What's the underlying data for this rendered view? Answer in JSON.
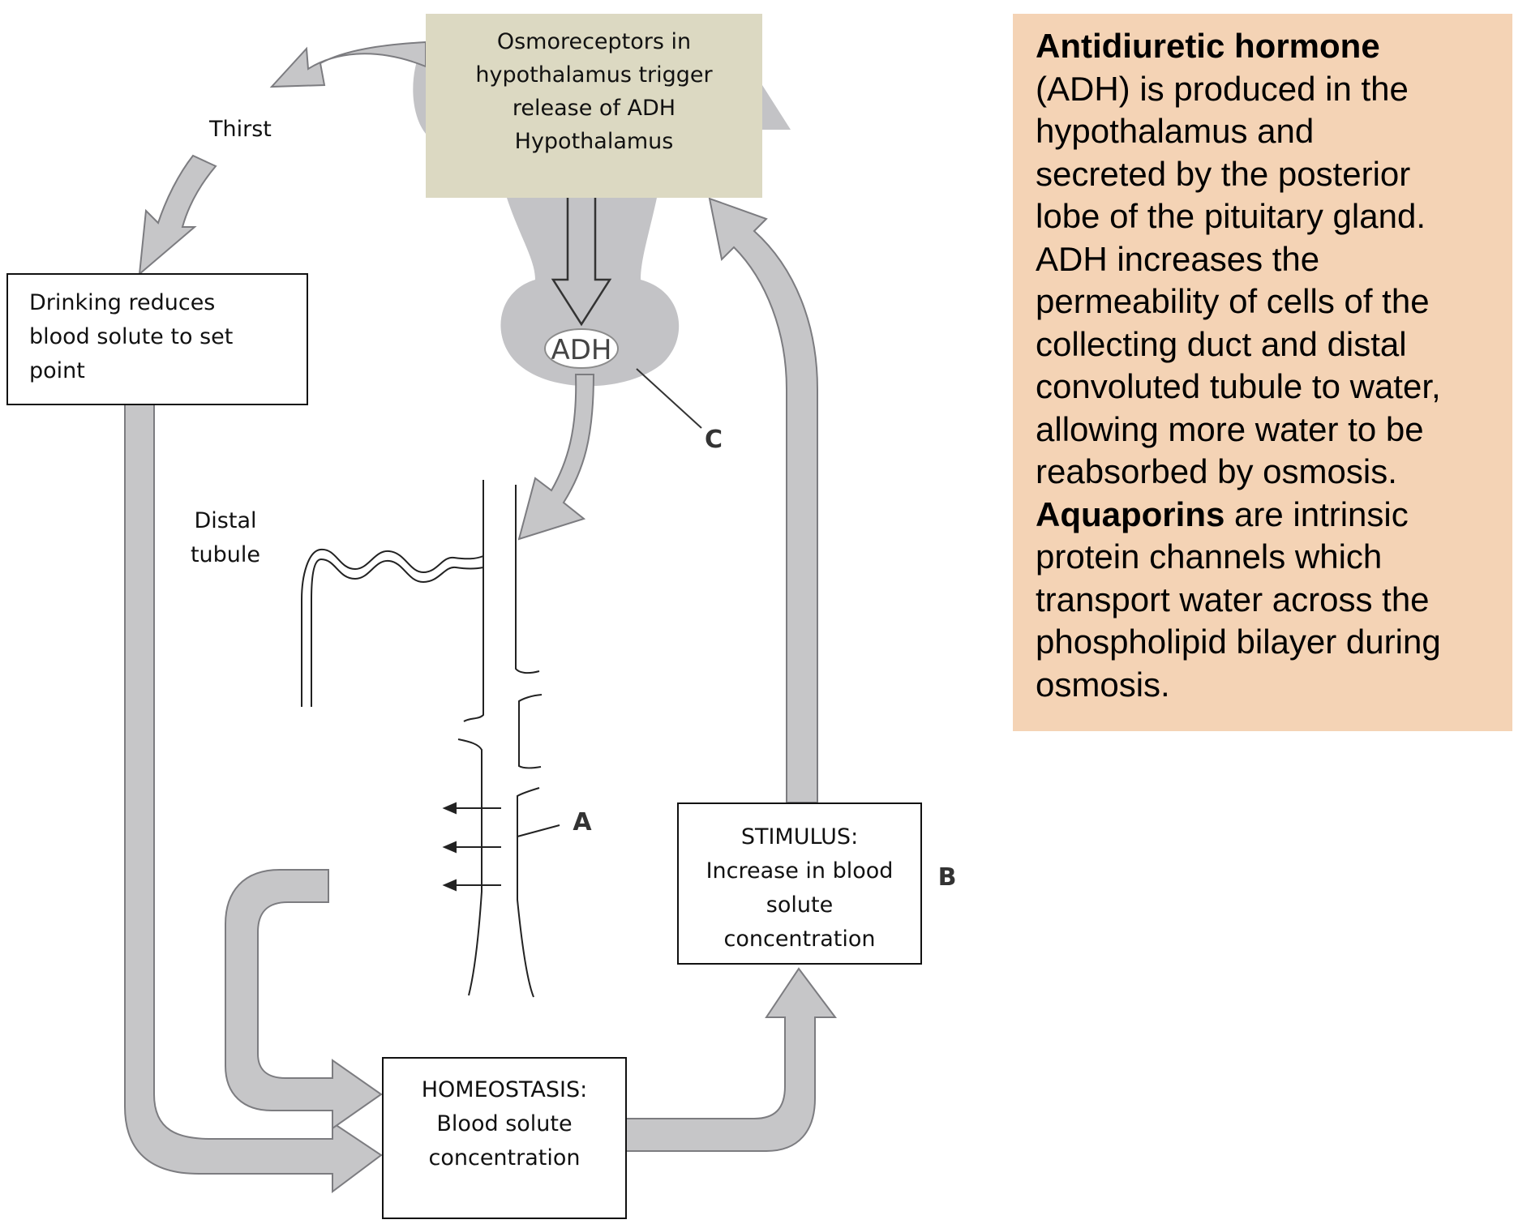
{
  "diagram": {
    "hypothalamus_box": {
      "lines": [
        "Osmoreceptors in",
        "hypothalamus trigger",
        "release of ADH",
        "Hypothalamus"
      ]
    },
    "thirst_label": "Thirst",
    "drinking_box": {
      "lines": [
        "Drinking reduces",
        "blood solute to set",
        "point"
      ]
    },
    "adh_label": "ADH",
    "label_c": "C",
    "distal_tubule_label": {
      "lines": [
        "Distal",
        "tubule"
      ]
    },
    "label_a": "A",
    "label_b": "B",
    "stimulus_box": {
      "lines": [
        "STIMULUS:",
        "Increase in blood",
        "solute",
        "concentration"
      ]
    },
    "homeostasis_box": {
      "lines": [
        "HOMEOSTASIS:",
        "Blood solute",
        "concentration"
      ]
    },
    "colors": {
      "arrow_fill": "#c6c6c8",
      "arrow_stroke": "#7c7c80",
      "gland": "#c3c3c6",
      "hypothalamus_box": "#dcd9c2",
      "info_panel": "#f4d3b5"
    }
  },
  "info_panel": {
    "lines": [
      {
        "bold": "Antidiuretic hormone",
        "text": ""
      },
      {
        "bold": "",
        "text": "(ADH) is produced in the"
      },
      {
        "bold": "",
        "text": "hypothalamus and"
      },
      {
        "bold": "",
        "text": "secreted by the posterior"
      },
      {
        "bold": "",
        "text": "lobe of the pituitary gland."
      },
      {
        "bold": "",
        "text": "ADH increases the"
      },
      {
        "bold": "",
        "text": "permeability of cells of the"
      },
      {
        "bold": "",
        "text": "collecting duct and distal"
      },
      {
        "bold": "",
        "text": "convoluted tubule to water,"
      },
      {
        "bold": "",
        "text": "allowing more water to be"
      },
      {
        "bold": "",
        "text": "reabsorbed by osmosis."
      },
      {
        "bold": "Aquaporins",
        "text": " are intrinsic"
      },
      {
        "bold": "",
        "text": "protein channels which"
      },
      {
        "bold": "",
        "text": "transport water across the"
      },
      {
        "bold": "",
        "text": "phospholipid bilayer during"
      },
      {
        "bold": "",
        "text": "osmosis."
      }
    ]
  }
}
